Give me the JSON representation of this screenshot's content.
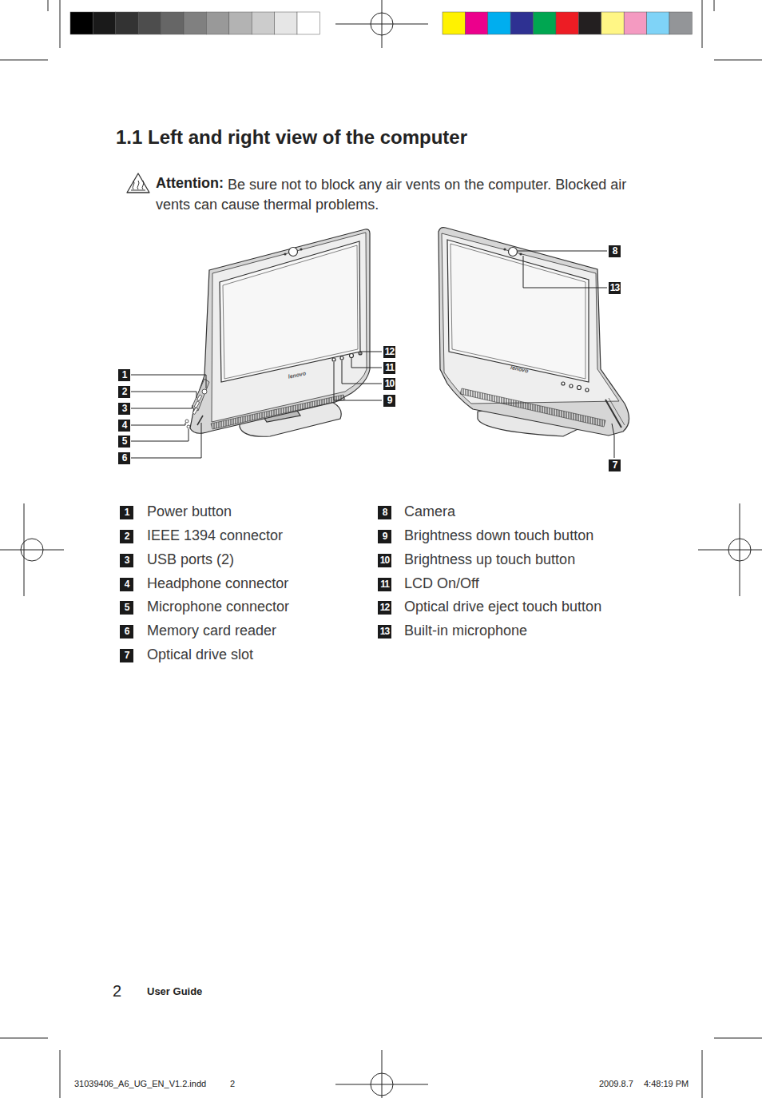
{
  "diagram": {
    "title": "1.1 Left and right view of the computer",
    "labels": [
      "Attention:",
      "Be sure not to block any air vents on the computer. Blocked air vents can cause thermal problems.",
      "lenovo",
      "lenovo",
      "1",
      "2",
      "3",
      "4",
      "5",
      "6",
      "12",
      "11",
      "10",
      "9",
      "8",
      "13",
      "7",
      "1",
      "Power button",
      "2",
      "IEEE 1394 connector",
      "3",
      "USB ports (2)",
      "4",
      "Headphone connector",
      "5",
      "Microphone connector",
      "6",
      "Memory card reader",
      "7",
      "Optical drive slot",
      "8",
      "Camera",
      "9",
      "Brightness down touch button",
      "10",
      "Brightness up touch button",
      "11",
      "LCD On/Off",
      "12",
      "Optical drive eject touch button",
      "13",
      "Built-in microphone",
      "2",
      "User Guide",
      "31039406_A6_UG_EN_V1.2.indd",
      "2",
      "2009.8.7",
      "4:48:19 PM"
    ]
  }
}
